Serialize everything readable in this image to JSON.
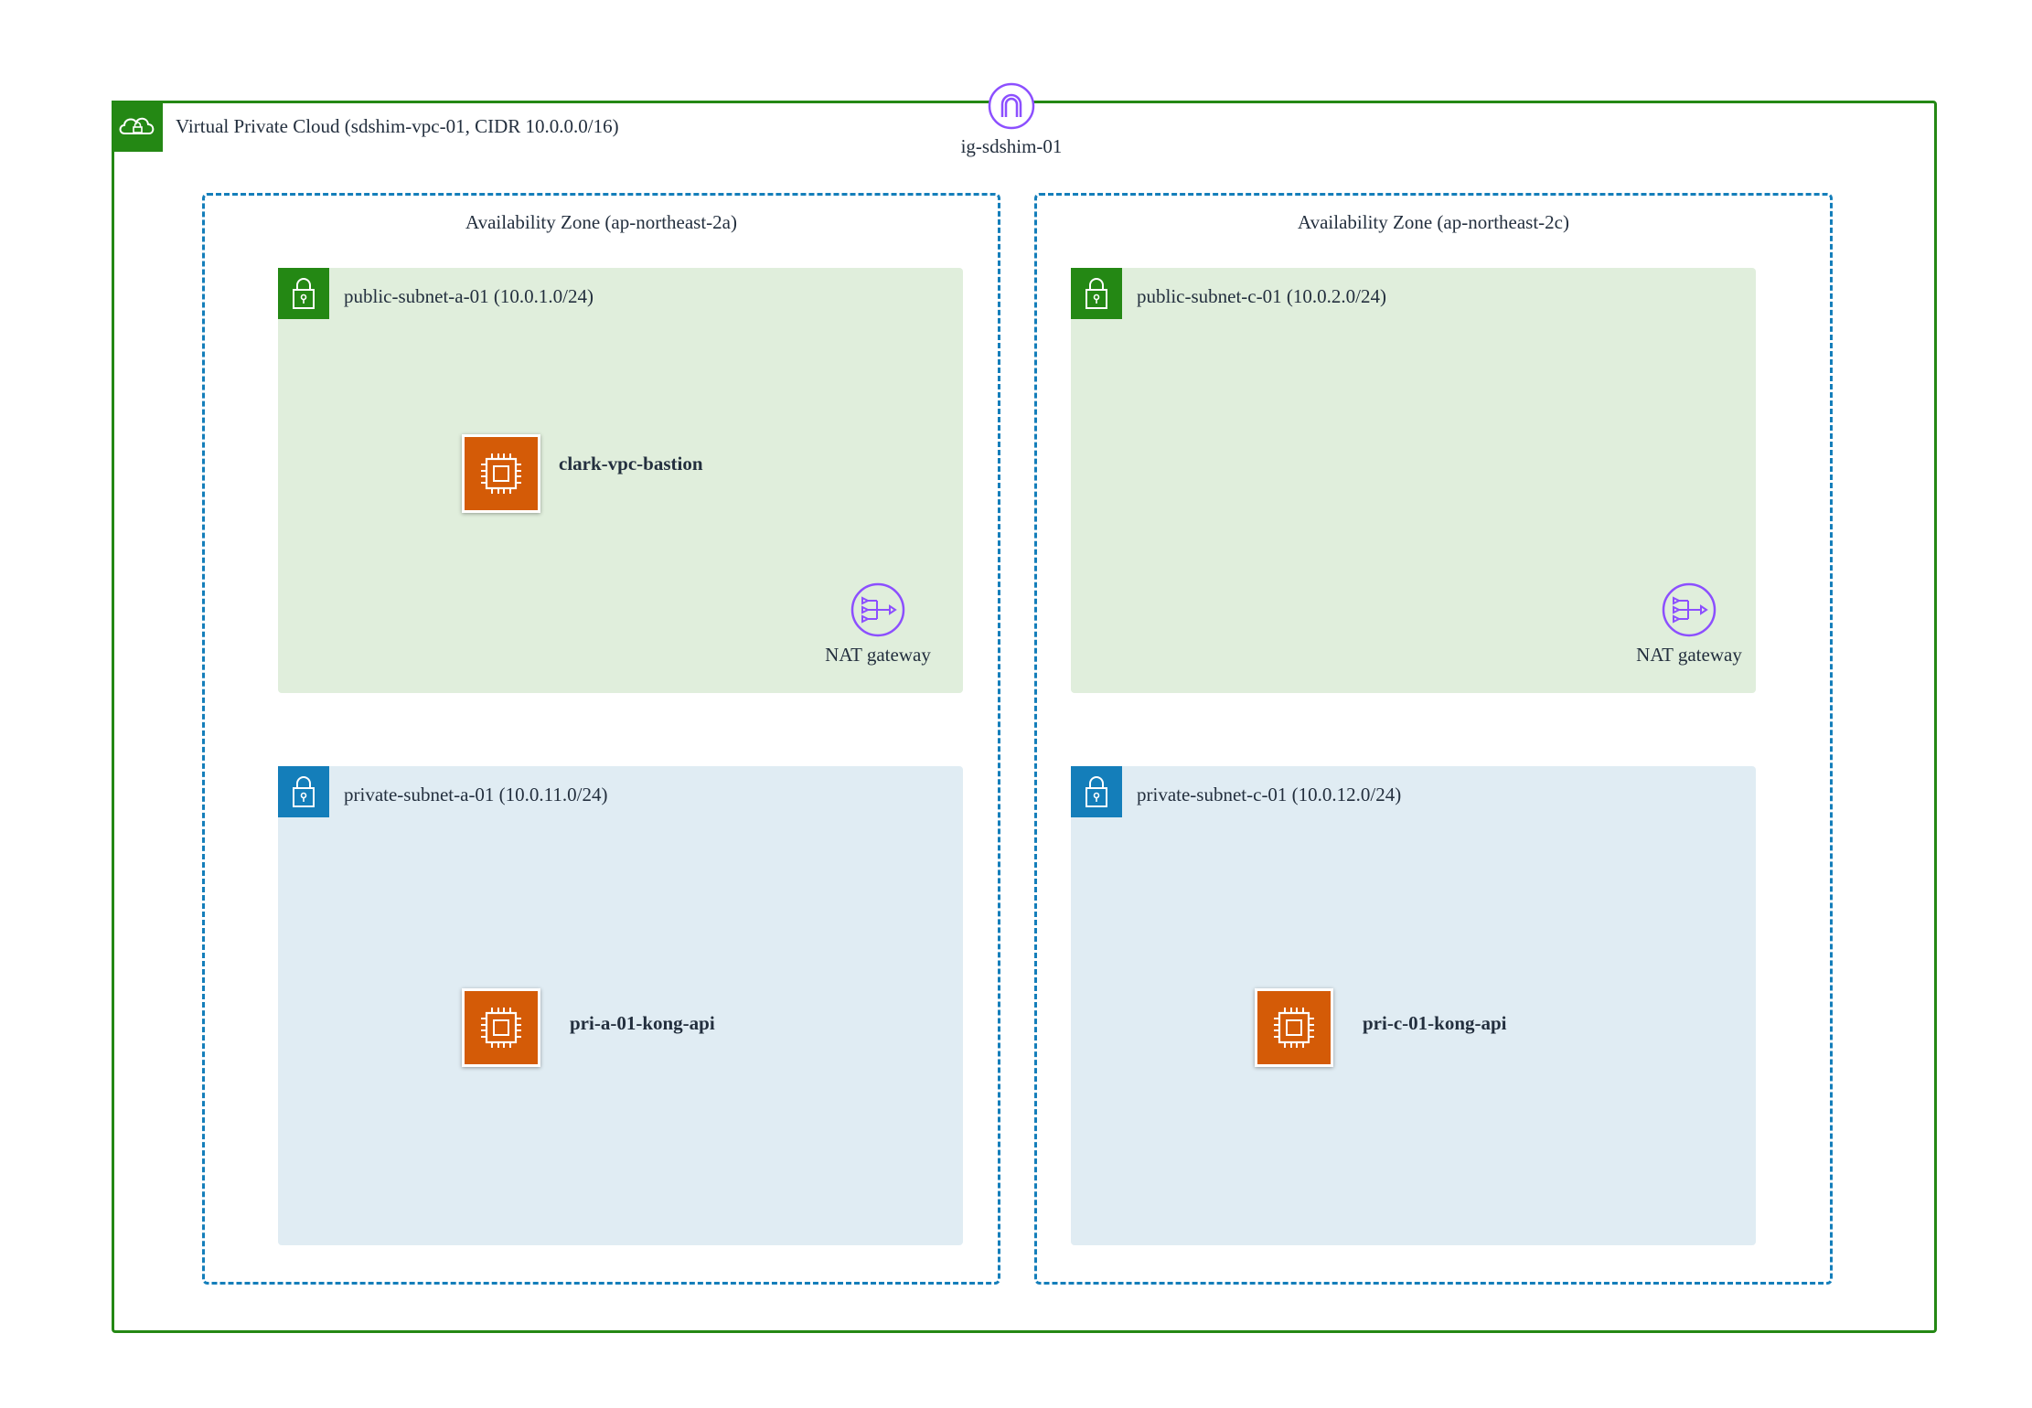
{
  "vpc": {
    "label": "Virtual Private Cloud (sdshim-vpc-01, CIDR 10.0.0.0/16)",
    "icon": "vpc-cloud-icon"
  },
  "internet_gateway": {
    "label": "ig-sdshim-01",
    "icon": "internet-gateway-icon"
  },
  "zones": [
    {
      "label": "Availability Zone (ap-northeast-2a)",
      "public_subnet": {
        "label": "public-subnet-a-01 (10.0.1.0/24)"
      },
      "private_subnet": {
        "label": "private-subnet-a-01 (10.0.11.0/24)"
      },
      "bastion": {
        "label": "clark-vpc-bastion"
      },
      "nat": {
        "label": "NAT gateway"
      },
      "api": {
        "label": "pri-a-01-kong-api"
      }
    },
    {
      "label": "Availability Zone (ap-northeast-2c)",
      "public_subnet": {
        "label": "public-subnet-c-01 (10.0.2.0/24)"
      },
      "private_subnet": {
        "label": "private-subnet-c-01 (10.0.12.0/24)"
      },
      "nat": {
        "label": "NAT gateway"
      },
      "api": {
        "label": "pri-c-01-kong-api"
      }
    }
  ],
  "colors": {
    "vpc_border": "#248814",
    "az_border": "#147eba",
    "public_fill": "#e0eedc",
    "private_fill": "#e0ecf3",
    "ec2": "#d45b07",
    "network_icon": "#8c4fff"
  }
}
